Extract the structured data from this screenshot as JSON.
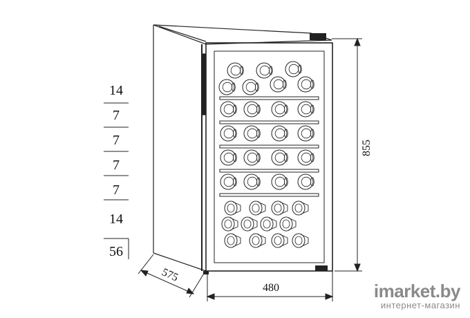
{
  "shelf_capacities": [
    "14",
    "7",
    "7",
    "7",
    "7",
    "14"
  ],
  "total_capacity": "56",
  "dimensions": {
    "height": "855",
    "width": "480",
    "depth": "575"
  },
  "watermark": {
    "brand": "imarket.by",
    "subtitle": "интернет-магазин"
  },
  "colors": {
    "line": "#222222",
    "watermark": "#8a8a8a"
  }
}
